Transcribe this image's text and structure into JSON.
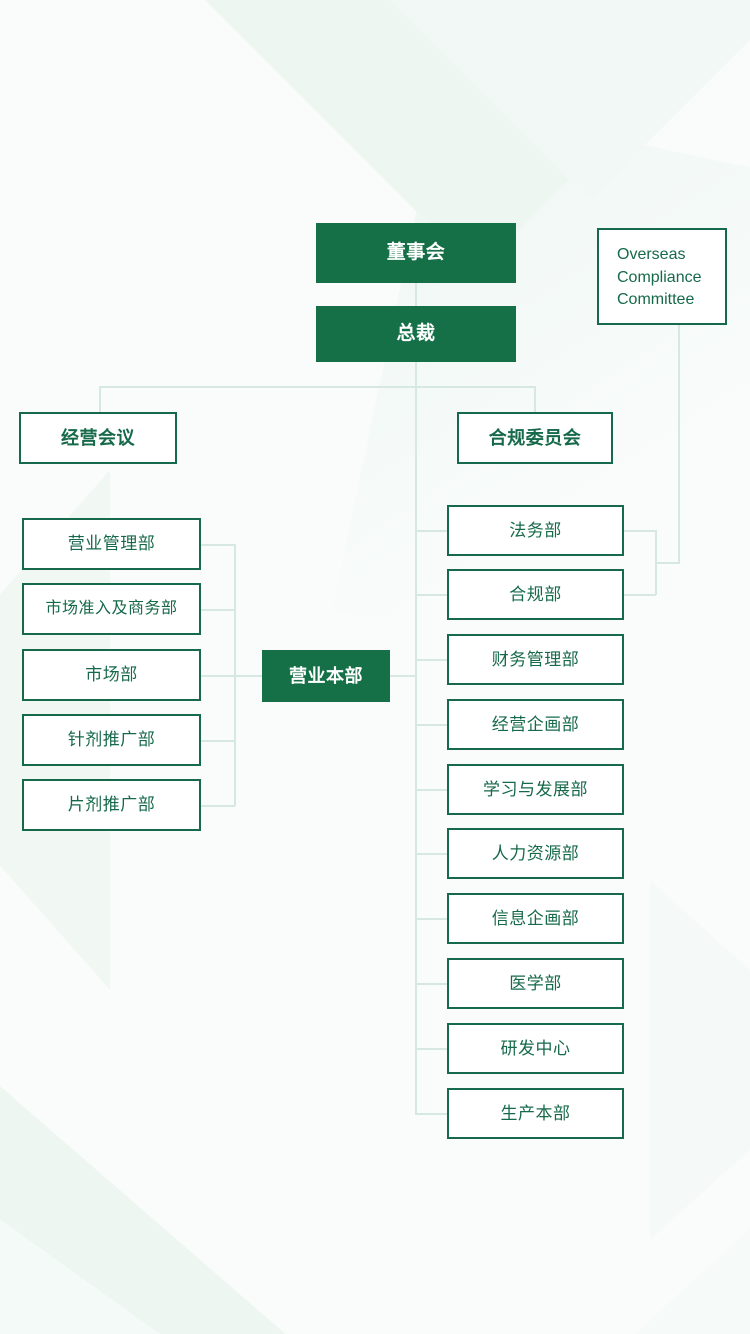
{
  "chart_data": {
    "type": "diagram",
    "title": "Organizational Structure Chart",
    "colors": {
      "accent_green": "#157047",
      "border_green": "#16694a",
      "connector": "#d6e8e0",
      "background": "#fafcfb",
      "shape_tint": "#eef6f2"
    },
    "nodes": [
      {
        "id": "board",
        "label": "董事会",
        "style": "filled"
      },
      {
        "id": "president",
        "label": "总裁",
        "style": "filled"
      },
      {
        "id": "occ",
        "label": "Overseas Compliance Committee",
        "style": "outlined-en"
      },
      {
        "id": "mgmt_meeting",
        "label": "经营会议",
        "style": "outlined-bold"
      },
      {
        "id": "compliance_c",
        "label": "合规委员会",
        "style": "outlined-bold"
      },
      {
        "id": "sales_hq",
        "label": "营业本部",
        "style": "filled"
      },
      {
        "id": "dept_l1",
        "label": "营业管理部",
        "style": "outlined"
      },
      {
        "id": "dept_l2",
        "label": "市场准入及商务部",
        "style": "outlined"
      },
      {
        "id": "dept_l3",
        "label": "市场部",
        "style": "outlined"
      },
      {
        "id": "dept_l4",
        "label": "针剂推广部",
        "style": "outlined"
      },
      {
        "id": "dept_l5",
        "label": "片剂推广部",
        "style": "outlined"
      },
      {
        "id": "dept_r1",
        "label": "法务部",
        "style": "outlined"
      },
      {
        "id": "dept_r2",
        "label": "合规部",
        "style": "outlined"
      },
      {
        "id": "dept_r3",
        "label": "财务管理部",
        "style": "outlined"
      },
      {
        "id": "dept_r4",
        "label": "经营企画部",
        "style": "outlined"
      },
      {
        "id": "dept_r5",
        "label": "学习与发展部",
        "style": "outlined"
      },
      {
        "id": "dept_r6",
        "label": "人力资源部",
        "style": "outlined"
      },
      {
        "id": "dept_r7",
        "label": "信息企画部",
        "style": "outlined"
      },
      {
        "id": "dept_r8",
        "label": "医学部",
        "style": "outlined"
      },
      {
        "id": "dept_r9",
        "label": "研发中心",
        "style": "outlined"
      },
      {
        "id": "dept_r10",
        "label": "生产本部",
        "style": "outlined"
      }
    ],
    "edges": [
      {
        "from": "board",
        "to": "president"
      },
      {
        "from": "president",
        "to": "mgmt_meeting"
      },
      {
        "from": "president",
        "to": "compliance_c"
      },
      {
        "from": "president",
        "to": "sales_hq"
      },
      {
        "from": "occ",
        "to": "dept_r1"
      },
      {
        "from": "occ",
        "to": "dept_r2"
      },
      {
        "from": "sales_hq",
        "to": "dept_l1"
      },
      {
        "from": "sales_hq",
        "to": "dept_l2"
      },
      {
        "from": "sales_hq",
        "to": "dept_l3"
      },
      {
        "from": "sales_hq",
        "to": "dept_l4"
      },
      {
        "from": "sales_hq",
        "to": "dept_l5"
      },
      {
        "from": "president",
        "to": "dept_r1"
      },
      {
        "from": "president",
        "to": "dept_r2"
      },
      {
        "from": "president",
        "to": "dept_r3"
      },
      {
        "from": "president",
        "to": "dept_r4"
      },
      {
        "from": "president",
        "to": "dept_r5"
      },
      {
        "from": "president",
        "to": "dept_r6"
      },
      {
        "from": "president",
        "to": "dept_r7"
      },
      {
        "from": "president",
        "to": "dept_r8"
      },
      {
        "from": "president",
        "to": "dept_r9"
      },
      {
        "from": "president",
        "to": "dept_r10"
      }
    ]
  },
  "top": {
    "board": "董事会",
    "president": "总裁",
    "overseas_committee_line1": "Overseas",
    "overseas_committee_line2": "Compliance",
    "overseas_committee_line3": "Committee"
  },
  "committees": {
    "management_meeting": "经营会议",
    "compliance_committee": "合规委员会"
  },
  "sales": {
    "headquarters": "营业本部",
    "departments": [
      {
        "label": "营业管理部"
      },
      {
        "label": "市场准入及商务部"
      },
      {
        "label": "市场部"
      },
      {
        "label": "针剂推广部"
      },
      {
        "label": "片剂推广部"
      }
    ]
  },
  "corporate": {
    "departments": [
      {
        "label": "法务部"
      },
      {
        "label": "合规部"
      },
      {
        "label": "财务管理部"
      },
      {
        "label": "经营企画部"
      },
      {
        "label": "学习与发展部"
      },
      {
        "label": "人力资源部"
      },
      {
        "label": "信息企画部"
      },
      {
        "label": "医学部"
      },
      {
        "label": "研发中心"
      },
      {
        "label": "生产本部"
      }
    ]
  }
}
